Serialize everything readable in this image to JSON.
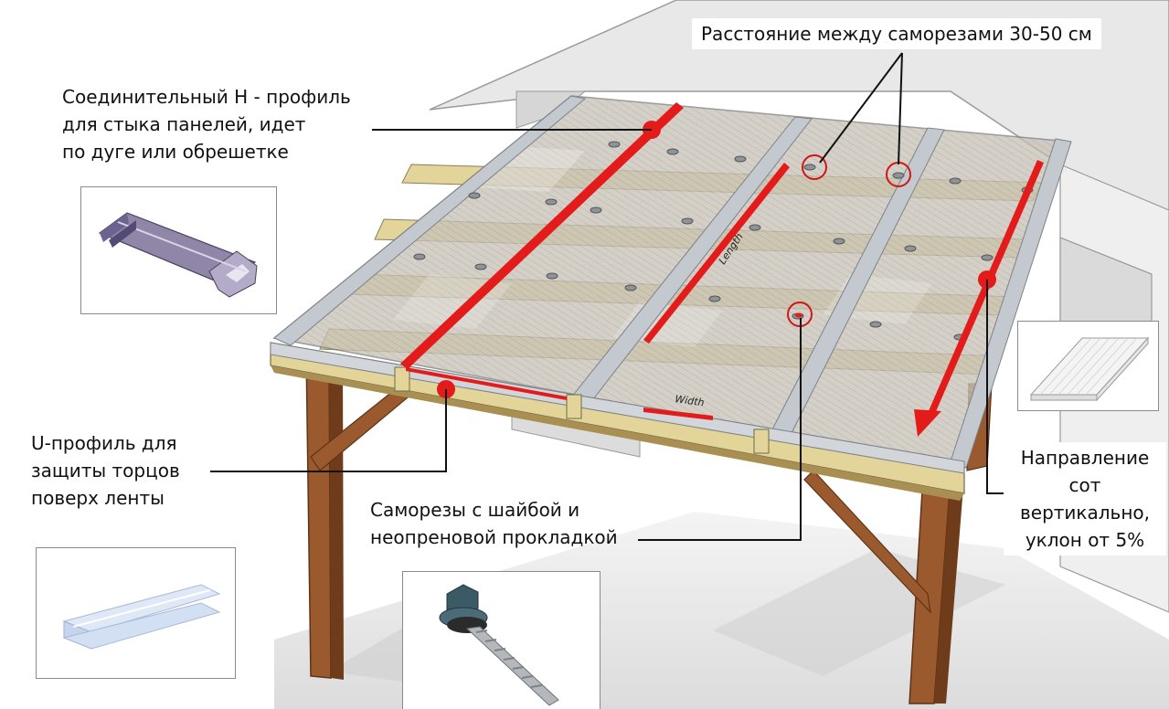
{
  "callouts": {
    "h_profile": "Соединительный Н - профиль\nдля стыка панелей, идет\nпо дуге или обрешетке",
    "screw_spacing": "Расстояние между саморезами 30-50 см",
    "u_profile": "U-профиль для\nзащиты торцов\nповерх ленты",
    "screws": "Саморезы с шайбой и\nнеопреновой прокладкой",
    "direction": "Направление\nсот\nвертикально,\nуклон от 5%"
  },
  "roof_labels": {
    "length": "Length",
    "width": "Width"
  },
  "colors": {
    "marker_red": "#e31b1b",
    "beam_wood": "#9b5a2e",
    "batten": "#e3d59a",
    "panel": "#bdb8ae",
    "profile_gray": "#b9bec4",
    "wall": "#e6e6e6"
  },
  "insets": [
    {
      "name": "h-profile-photo-inset",
      "icon": "h-profile-icon"
    },
    {
      "name": "u-profile-photo-inset",
      "icon": "u-profile-icon"
    },
    {
      "name": "screw-photo-inset",
      "icon": "roofing-screw-icon"
    },
    {
      "name": "honeycomb-panel-inset",
      "icon": "polycarbonate-sheet-icon"
    }
  ]
}
